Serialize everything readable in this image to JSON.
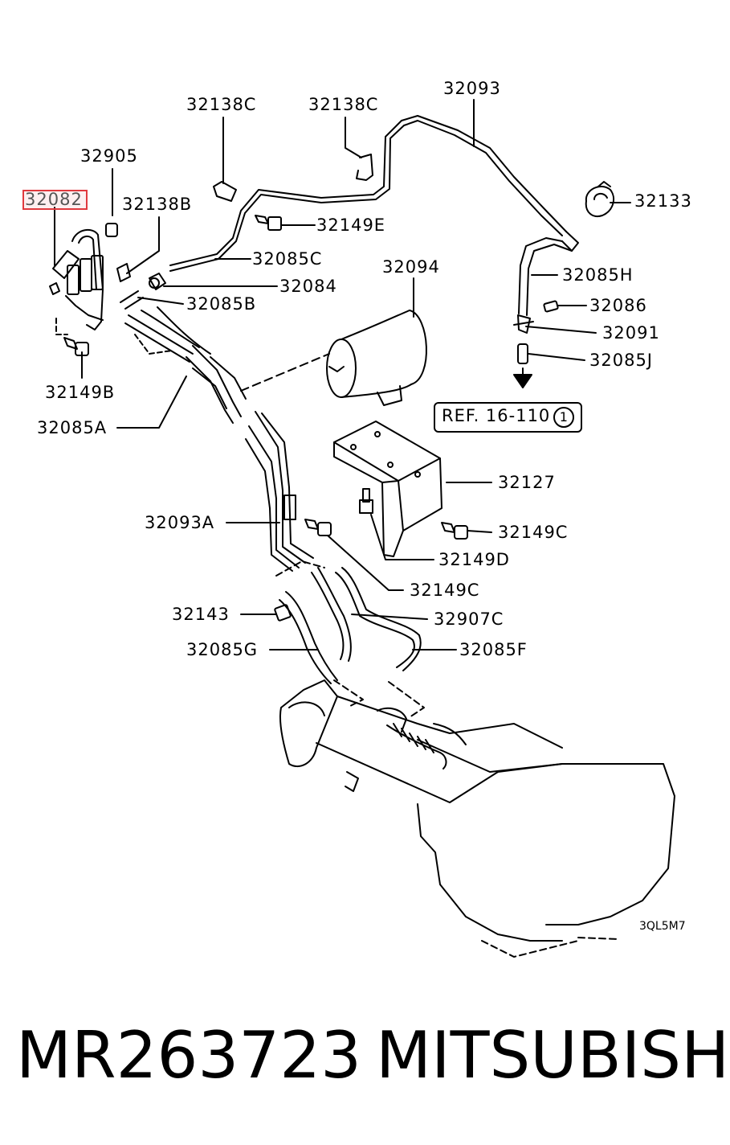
{
  "diagram": {
    "highlighted_part": "32082",
    "labels": {
      "l_32093": "32093",
      "l_32138C_a": "32138C",
      "l_32138C_b": "32138C",
      "l_32905": "32905",
      "l_32082": "32082",
      "l_32138B": "32138B",
      "l_32133": "32133",
      "l_32149E": "32149E",
      "l_32085C": "32085C",
      "l_32094": "32094",
      "l_32085H": "32085H",
      "l_32084": "32084",
      "l_32085B": "32085B",
      "l_32086": "32086",
      "l_32091": "32091",
      "l_32085J": "32085J",
      "l_32149B": "32149B",
      "l_32085A": "32085A",
      "l_32127": "32127",
      "l_32093A": "32093A",
      "l_32149C_a": "32149C",
      "l_32149D": "32149D",
      "l_32149C_b": "32149C",
      "l_32143": "32143",
      "l_32907C": "32907C",
      "l_32085G": "32085G",
      "l_32085F": "32085F"
    },
    "reference": {
      "text": "REF. 16-110",
      "circle": "1"
    },
    "drawing_code": "3QL5M7",
    "colors": {
      "line": "#000000",
      "highlight": "#e0393e"
    }
  },
  "footer": {
    "part_number": "MR263723",
    "brand": "MITSUBISHI"
  }
}
